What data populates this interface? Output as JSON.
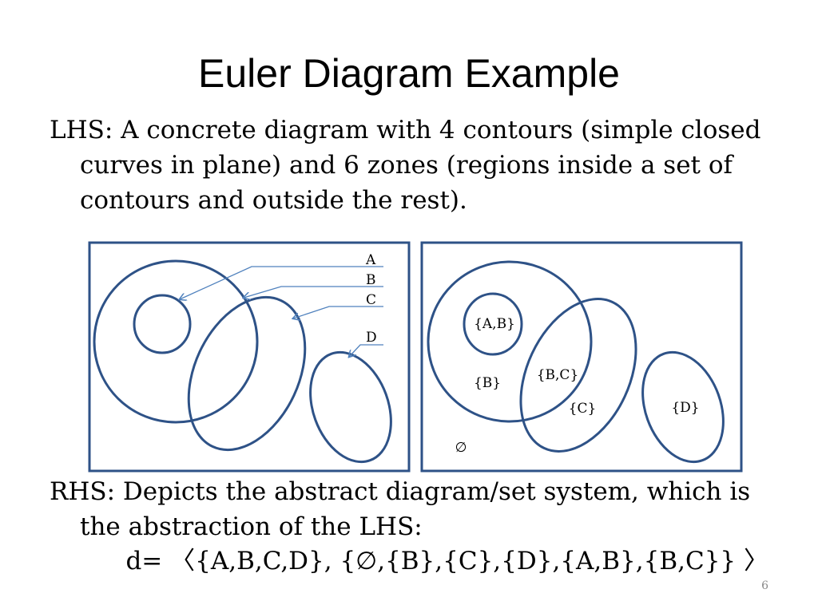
{
  "title": "Euler Diagram Example",
  "bullet_lhs": "LHS: A concrete diagram with 4 contours (simple closed curves in plane) and 6 zones (regions inside a set of contours and outside the rest).",
  "bullet_rhs": "RHS: Depicts the abstract diagram/set system, which is the abstraction of the LHS:",
  "formula": "d= 〈{A,B,C,D}, {∅,{B},{C},{D},{A,B},{B,C}} 〉",
  "slide_number": "6",
  "left_diagram": {
    "contour_labels": [
      "A",
      "B",
      "C",
      "D"
    ]
  },
  "right_diagram": {
    "zone_labels": {
      "ab": "{A,B}",
      "b": "{B}",
      "bc": "{B,C}",
      "c": "{C}",
      "d": "{D}",
      "empty": "∅"
    }
  },
  "colors": {
    "contour": "#2e5287",
    "frame": "#2e5287",
    "pointer": "#4f81bd"
  }
}
